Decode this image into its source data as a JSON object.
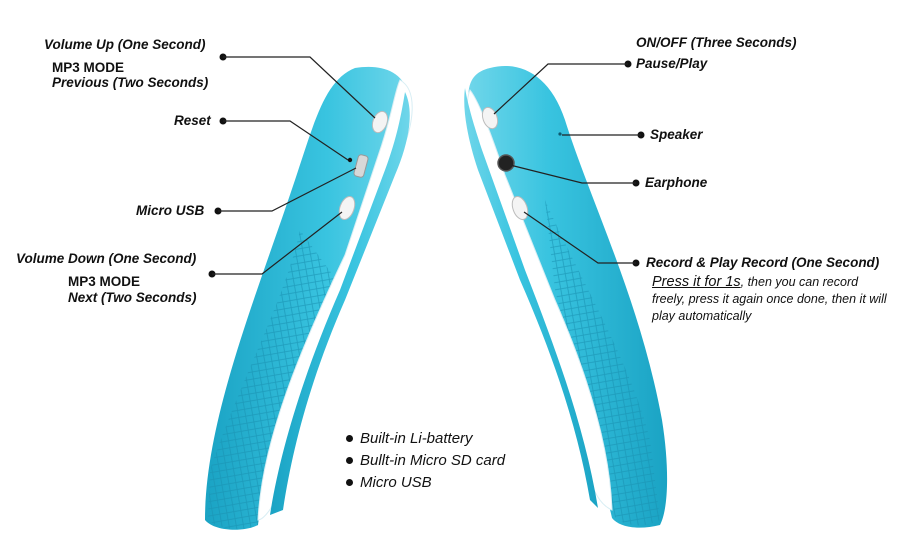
{
  "colors": {
    "body_blue": "#2eb8d6",
    "body_blue_dark": "#178fae",
    "body_white": "#ffffff",
    "leader": "#222222"
  },
  "left_device": {
    "labels": {
      "volume_up": "Volume Up (One Second)",
      "mp3_mode_1": "MP3 MODE",
      "previous": "Previous (Two Seconds)",
      "reset": "Reset",
      "micro_usb": "Micro USB",
      "volume_down": "Volume Down (One Second)",
      "mp3_mode_2": "MP3 MODE",
      "next": "Next (Two Seconds)"
    }
  },
  "right_device": {
    "labels": {
      "on_off": "ON/OFF (Three Seconds)",
      "pause_play": "Pause/Play",
      "speaker": "Speaker",
      "earphone": "Earphone",
      "record": "Record & Play Record (One Second)"
    },
    "note": {
      "highlight": "Press it for 1s",
      "rest": ", then you can record freely, press it again once done, then it will play automatically"
    }
  },
  "features": [
    "Built-in Li-battery",
    "Bullt-in Micro SD card",
    "Micro USB"
  ]
}
